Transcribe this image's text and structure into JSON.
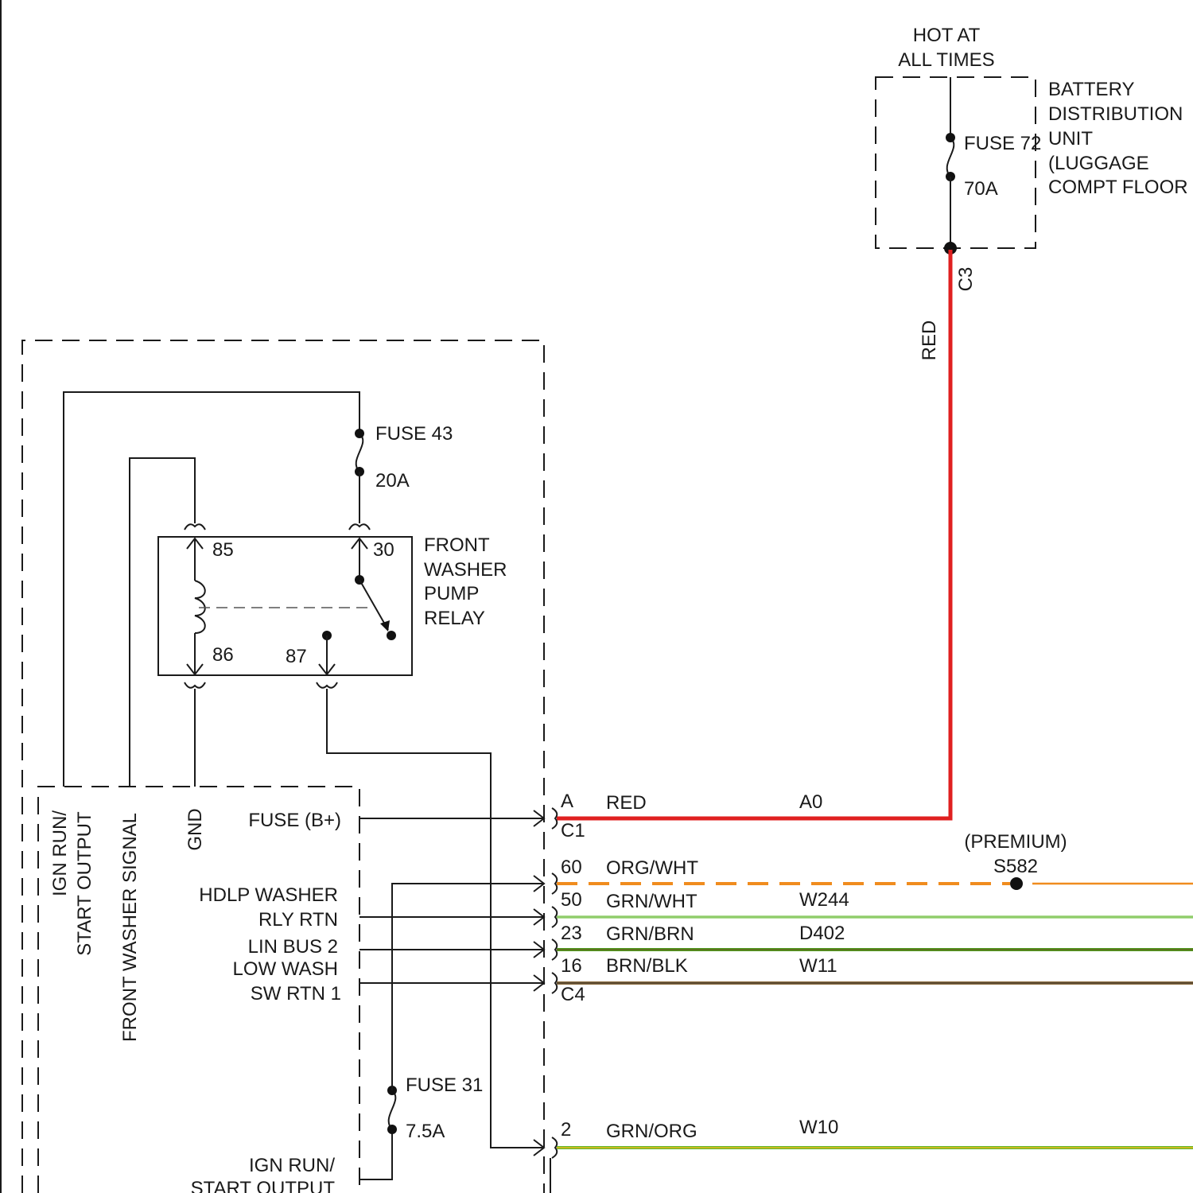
{
  "bdu": {
    "hot_line1": "HOT AT",
    "hot_line2": "ALL TIMES",
    "name_lines": [
      "BATTERY",
      "DISTRIBUTION",
      "UNIT",
      "(LUGGAGE",
      "COMPT FLOOR"
    ],
    "fuse_name": "FUSE 72",
    "fuse_rating": "70A",
    "connector": "C3",
    "wire_color": "RED"
  },
  "relay": {
    "name_lines": [
      "FRONT",
      "WASHER",
      "PUMP",
      "RELAY"
    ],
    "pin_85": "85",
    "pin_86": "86",
    "pin_87": "87",
    "pin_30": "30"
  },
  "fuse43": {
    "name": "FUSE 43",
    "rating": "20A"
  },
  "fuse31": {
    "name": "FUSE 31",
    "rating": "7.5A"
  },
  "module_vertical_labels": {
    "ign_line1": "IGN RUN/",
    "ign_line2": "START OUTPUT",
    "front_washer": "FRONT WASHER SIGNAL",
    "gnd": "GND"
  },
  "module_labels": {
    "fuse_b": "FUSE (B+)",
    "hdlp_line1": "HDLP WASHER",
    "hdlp_line2": "RLY RTN",
    "lin_bus": "LIN BUS 2",
    "low_wash_line1": "LOW WASH",
    "low_wash_line2": "SW RTN 1",
    "ign_bottom_line1": "IGN RUN/",
    "ign_bottom_line2": "START OUTPUT"
  },
  "connectors": {
    "c1_letter": "A",
    "c1": "C1",
    "c4": "C4"
  },
  "splice": {
    "premium": "(PREMIUM)",
    "id": "S582"
  },
  "wires": [
    {
      "pin": "A",
      "color": "RED",
      "circuit": "A0",
      "stroke": "#e02020"
    },
    {
      "pin": "60",
      "color": "ORG/WHT",
      "circuit": "",
      "stroke": "#f08c1e"
    },
    {
      "pin": "50",
      "color": "GRN/WHT",
      "circuit": "W244",
      "stroke": "#5fb82a"
    },
    {
      "pin": "23",
      "color": "GRN/BRN",
      "circuit": "D402",
      "stroke": "#4f9a1e"
    },
    {
      "pin": "16",
      "color": "BRN/BLK",
      "circuit": "W11",
      "stroke": "#8a6a3a"
    },
    {
      "pin": "2",
      "color": "GRN/ORG",
      "circuit": "W10",
      "stroke": "#8cbf20"
    }
  ]
}
